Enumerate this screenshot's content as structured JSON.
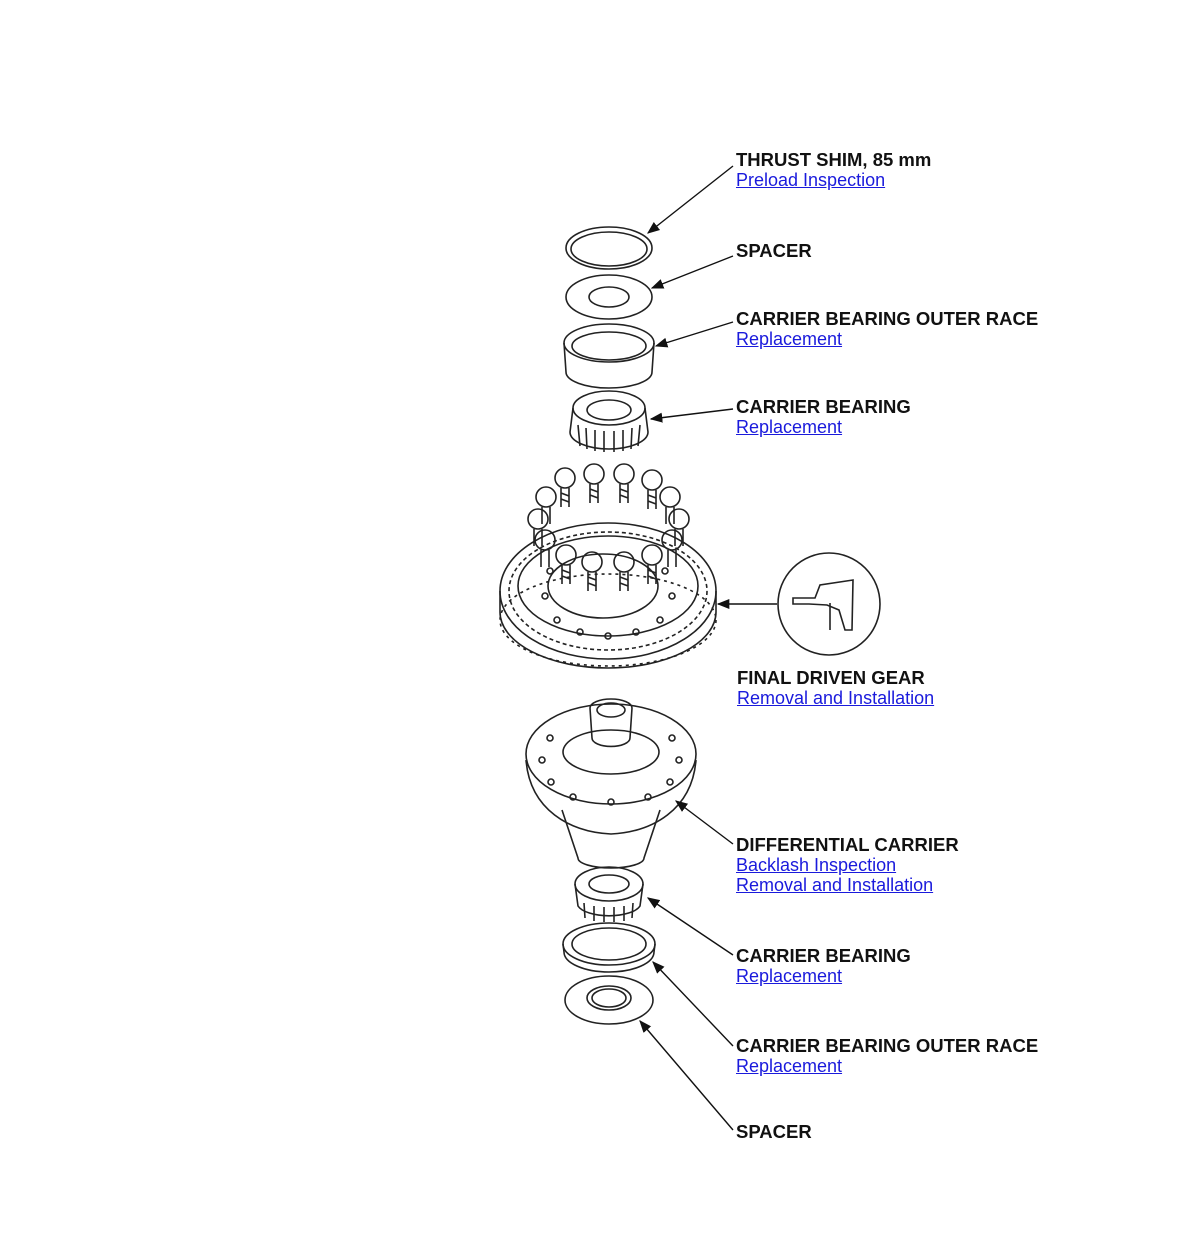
{
  "callouts": [
    {
      "name": "THRUST SHIM, 85 mm",
      "links": [
        "Preload Inspection"
      ]
    },
    {
      "name": "SPACER",
      "links": []
    },
    {
      "name": "CARRIER BEARING OUTER RACE",
      "links": [
        "Replacement"
      ]
    },
    {
      "name": "CARRIER BEARING",
      "links": [
        "Replacement"
      ]
    },
    {
      "name": "FINAL DRIVEN GEAR",
      "links": [
        "Removal and Installation"
      ]
    },
    {
      "name": "DIFFERENTIAL CARRIER",
      "links": [
        "Backlash Inspection",
        "Removal and Installation"
      ]
    },
    {
      "name": "CARRIER BEARING",
      "links": [
        "Replacement"
      ]
    },
    {
      "name": "CARRIER BEARING OUTER RACE",
      "links": [
        "Replacement"
      ]
    },
    {
      "name": "SPACER",
      "links": []
    }
  ],
  "colors": {
    "link": "#1a1adc",
    "line_art": "#222222",
    "label": "#111111"
  }
}
